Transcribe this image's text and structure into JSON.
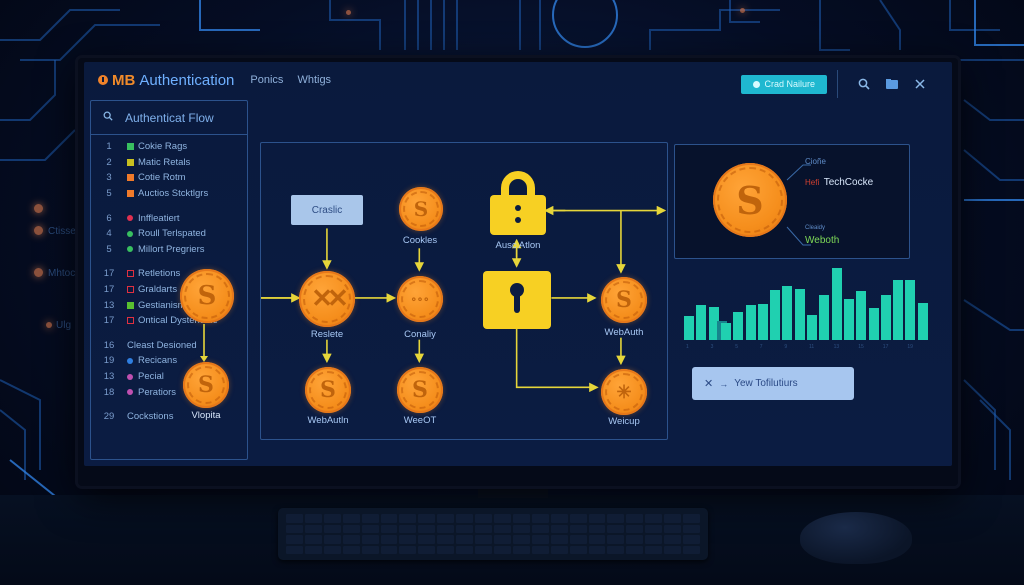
{
  "app": {
    "brand": "MB",
    "title": "Authentication",
    "nav": [
      "Ponics",
      "Whtigs"
    ],
    "primary_button": "Crad Nailure",
    "icons": [
      "search-icon",
      "folder-icon",
      "close-icon"
    ]
  },
  "sidebar": {
    "search_label": "Authenticat Flow",
    "groups": [
      {
        "items": [
          {
            "num": "1",
            "label": "Cokie Rags",
            "marker": "square",
            "color": "#38c060"
          },
          {
            "num": "2",
            "label": "Matic Retals",
            "marker": "square",
            "color": "#c8c020"
          },
          {
            "num": "3",
            "label": "Cotie Rotm",
            "marker": "square",
            "color": "#f07a2a"
          },
          {
            "num": "5",
            "label": "Auctios Stcktlgrs",
            "marker": "square",
            "color": "#f07a2a"
          }
        ]
      },
      {
        "items": [
          {
            "num": "6",
            "label": "Inffleatiert",
            "marker": "dot",
            "color": "#e03050"
          },
          {
            "num": "4",
            "label": "Roull Terlspated",
            "marker": "dot",
            "color": "#38c060"
          },
          {
            "num": "5",
            "label": "Millort Pregriers",
            "marker": "dot",
            "color": "#38c060"
          }
        ]
      },
      {
        "items": [
          {
            "num": "17",
            "label": "Retletions",
            "marker": "box",
            "color": "#e03040"
          },
          {
            "num": "17",
            "label": "Graldarts",
            "marker": "box",
            "color": "#e03040"
          },
          {
            "num": "13",
            "label": "Gestianism",
            "marker": "square",
            "color": "#58c030"
          },
          {
            "num": "17",
            "label": "Ontical Dystendble",
            "marker": "box",
            "color": "#e03040"
          }
        ]
      },
      {
        "items": [
          {
            "num": "16",
            "label": "Cleast Desioned",
            "marker": "none",
            "color": ""
          },
          {
            "num": "19",
            "label": "Recicans",
            "marker": "dot",
            "color": "#2f7fe0"
          },
          {
            "num": "13",
            "label": "Pecial",
            "marker": "dot",
            "color": "#c050b0"
          },
          {
            "num": "18",
            "label": "Peratiors",
            "marker": "dot",
            "color": "#c050b0"
          }
        ]
      },
      {
        "items": [
          {
            "num": "29",
            "label": "Cockstions",
            "marker": "none",
            "color": ""
          }
        ]
      }
    ]
  },
  "flow": {
    "nodes": {
      "classic_box": "Craslic",
      "cookies": "Cookles",
      "reslete": "Reslete",
      "conally": "Conaliy",
      "webauthn_left": "WebAutln",
      "webot": "WeeOT",
      "auth_lock": "Ausc Atlon",
      "webauth_right": "WebAuth",
      "webcup": "Weicup",
      "side_coin": "Vlopita"
    }
  },
  "cookie_card": {
    "top_small": "Cioñe",
    "red_tag": "Hefi",
    "name": "TechCocke",
    "bottom_small": "Cleaidy",
    "status": "Weboth"
  },
  "chart_data": {
    "type": "bar",
    "title": "",
    "xlabel": "",
    "ylabel": "",
    "grid": false,
    "categories": [
      "1",
      "2",
      "3",
      "4",
      "5",
      "6",
      "7",
      "8",
      "9",
      "10",
      "11",
      "12",
      "13",
      "14",
      "15",
      "16",
      "17",
      "18",
      "19",
      "20"
    ],
    "series": [
      {
        "name": "primary",
        "color": "#20d0b0",
        "values": [
          33,
          48,
          46,
          24,
          39,
          48,
          50,
          70,
          75,
          71,
          35,
          62,
          100,
          57,
          68,
          44,
          62,
          84,
          84,
          52
        ]
      },
      {
        "name": "secondary",
        "color": "#17848c",
        "values": [
          0,
          0,
          0,
          26,
          0,
          0,
          0,
          0,
          0,
          0,
          0,
          0,
          0,
          0,
          0,
          0,
          0,
          0,
          0,
          0
        ]
      }
    ],
    "ylim": [
      0,
      100
    ]
  },
  "notice": {
    "label": "Yew Tofilutiurs"
  },
  "background": {
    "labels": [
      "Ctisse",
      "Mhtoc",
      "Ulg"
    ]
  }
}
